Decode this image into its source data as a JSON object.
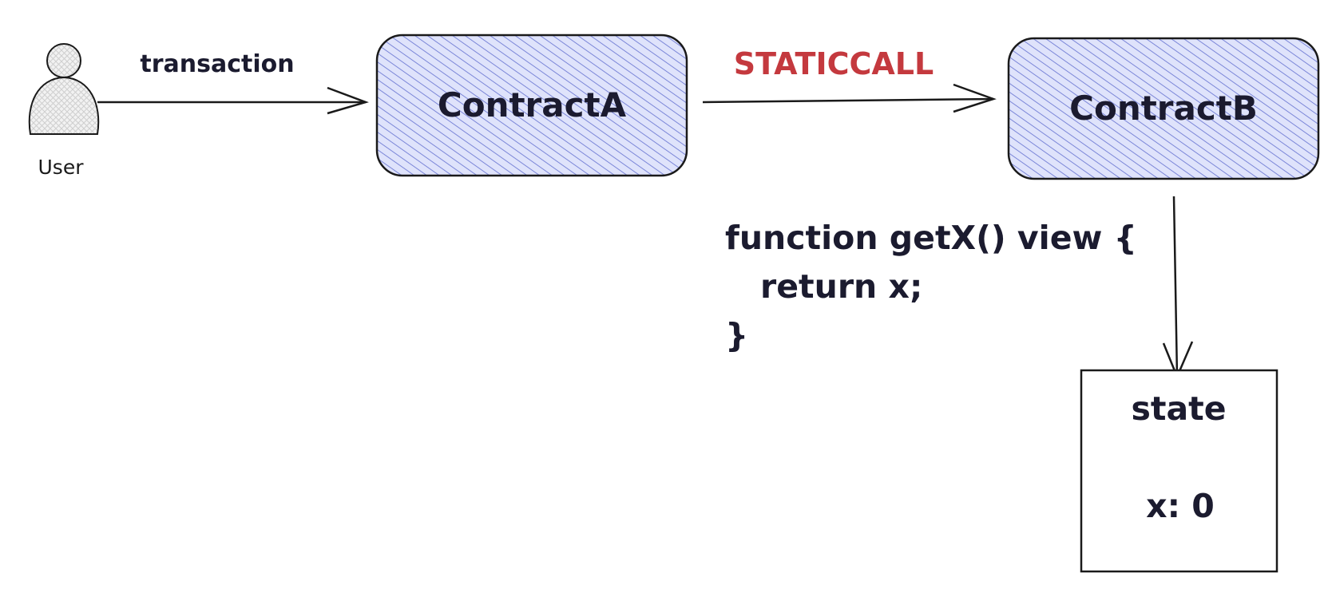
{
  "user": {
    "label": "User"
  },
  "edges": {
    "user_to_a": "transaction",
    "a_to_b": "STATICCALL"
  },
  "nodes": {
    "contract_a": "ContractA",
    "contract_b": "ContractB",
    "state_title": "state",
    "state_value": "x: 0"
  },
  "code": {
    "line1": "function getX() view {",
    "line2": "return x;",
    "line3": "}"
  },
  "colors": {
    "box_fill": "#dfe3fb",
    "hatch": "#7b86d8",
    "stroke": "#1a1a1a",
    "accent": "#c4393e",
    "text": "#1b1b2f"
  }
}
